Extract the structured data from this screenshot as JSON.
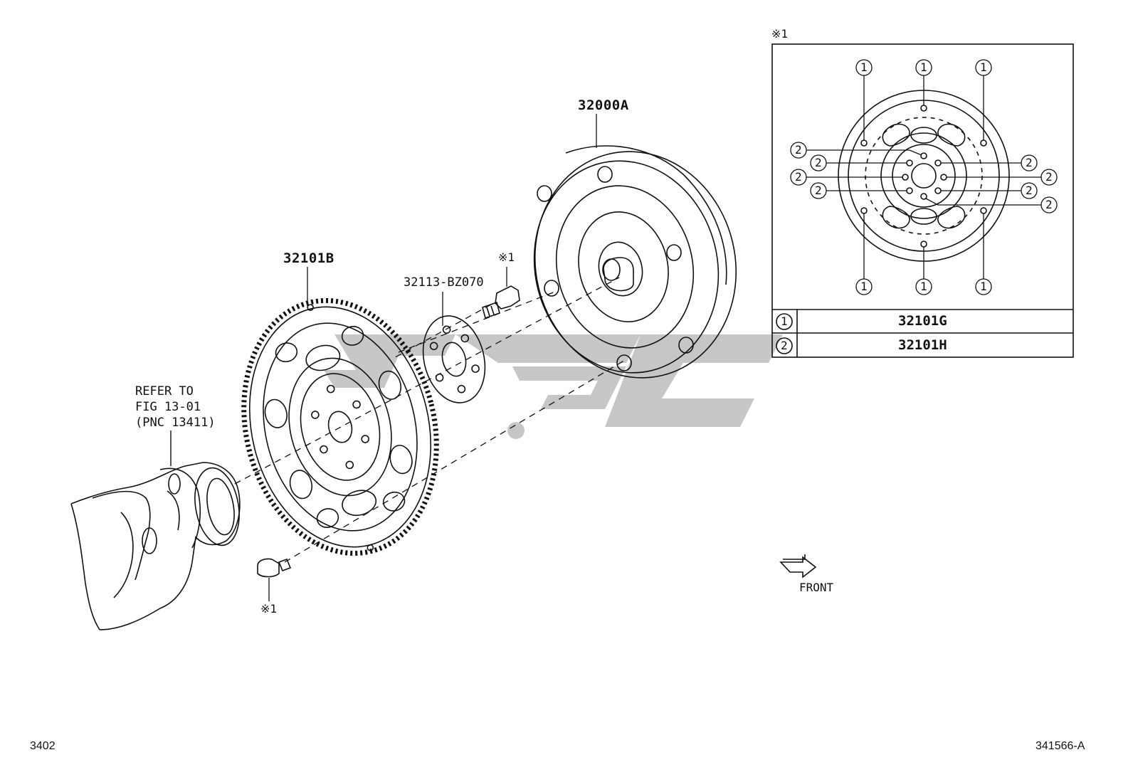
{
  "labels": {
    "converter": "32000A",
    "drive_plate": "32101B",
    "spacer": "32113-BZ070",
    "bolt_top_mark": "※1",
    "bolt_bottom_mark": "※1",
    "refer_line1": "REFER TO",
    "refer_line2": "FIG 13-01",
    "refer_line3": "(PNC 13411)",
    "front": "FRONT"
  },
  "detail": {
    "mark": "※1",
    "callout_1": "1",
    "callout_2": "2",
    "legend": [
      {
        "key": "1",
        "part": "32101G"
      },
      {
        "key": "2",
        "part": "32101H"
      }
    ]
  },
  "footer": {
    "left_code": "3402",
    "right_code": "341566-A"
  },
  "colors": {
    "line": "#111111",
    "watermark": "#c4c4c4"
  }
}
